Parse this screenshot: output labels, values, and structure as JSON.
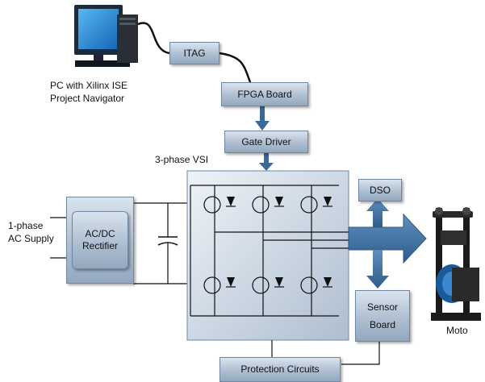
{
  "blocks": {
    "jtag": "ITAG",
    "fpga": "FPGA Board",
    "gate_driver": "Gate Driver",
    "dso": "DSO",
    "sensor_board": "Sensor\nBoard",
    "protection": "Protection Circuits",
    "rectifier": "AC/DC\nRectifier"
  },
  "labels": {
    "pc": "PC with Xilinx ISE\nProject Navigator",
    "vsi": "3-phase VSI",
    "supply": "1-phase\nAC Supply",
    "motor": "Moto"
  },
  "colors": {
    "block_top": "#d9e3ee",
    "block_bottom": "#93a8bf",
    "arrow": "#3c6a96",
    "wire": "#111111"
  }
}
